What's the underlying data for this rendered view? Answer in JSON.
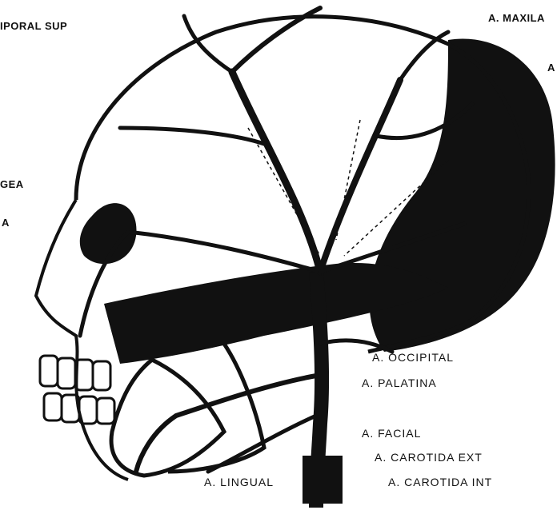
{
  "labels": {
    "temporal_sup": "IPORAL SUP",
    "maxilar": "A. MAXILA",
    "right_cut": "A",
    "meningea": "GEA",
    "left_a": "A",
    "occipital": "A. OCCIPITAL",
    "palatina": "A. PALATINA",
    "facial": "A. FACIAL",
    "carotida_ext": "A. CAROTIDA EXT",
    "carotida_int": "A. CAROTIDA INT",
    "lingual": "A. LINGUAL"
  },
  "colors": {
    "ink": "#111111",
    "paper": "#ffffff"
  }
}
